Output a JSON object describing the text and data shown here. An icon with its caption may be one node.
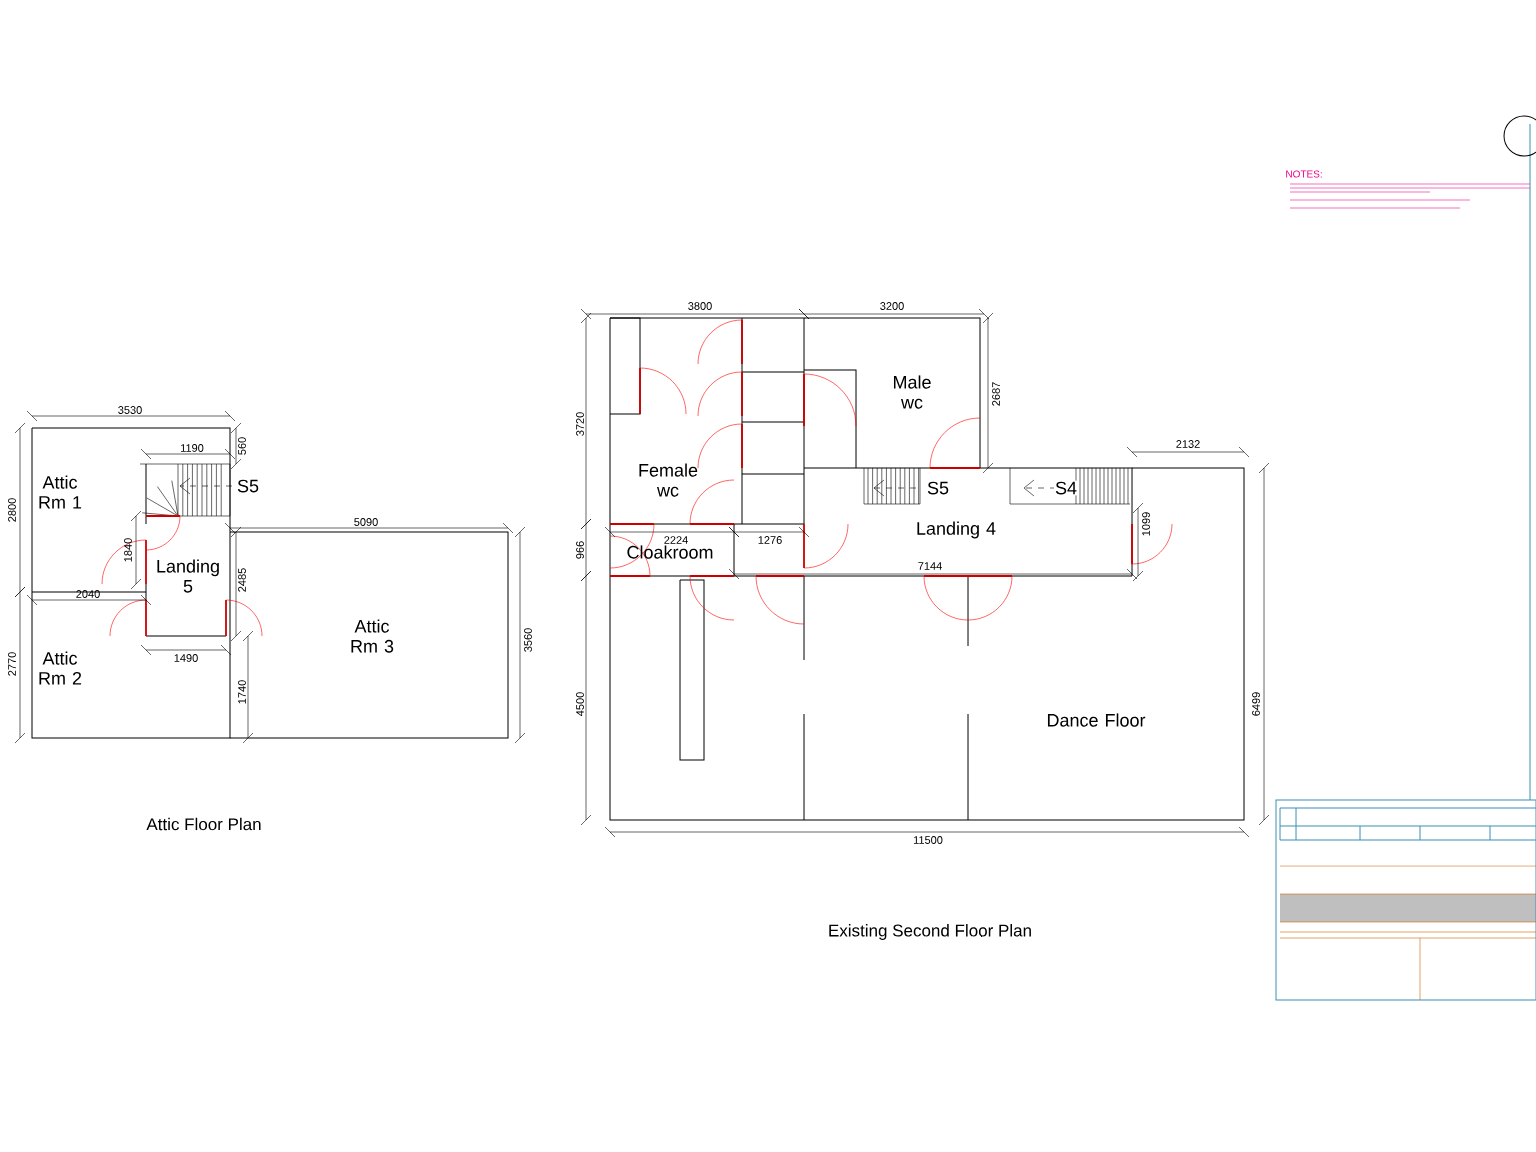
{
  "diagram": {
    "nodes": [
      {
        "text": [
          "Attic Rm 1"
        ]
      },
      {
        "text": [
          "Landing 5"
        ]
      },
      {
        "text": [
          "Attic Rm 2"
        ]
      },
      {
        "text": [
          "Attic Rm 3"
        ]
      },
      {
        "text": [
          "Male wc"
        ]
      },
      {
        "text": [
          "Female wc"
        ]
      },
      {
        "text": [
          "Cloakroom"
        ]
      },
      {
        "text": [
          "Landing 4"
        ]
      },
      {
        "text": [
          "Dance Floor"
        ]
      }
    ],
    "labels": [
      "NOTES:",
      "3530",
      "1190",
      "560",
      "S5",
      "2800",
      "1840",
      "5090",
      "2485",
      "2040",
      "1490",
      "2770",
      "3560",
      "1740",
      "Attic Floor Plan",
      "3800",
      "3200",
      "3720",
      "2687",
      "2132",
      "S5",
      "S4",
      "966",
      "2224",
      "1276",
      "1099",
      "7144",
      "4500",
      "6499",
      "11500",
      "Existing Second Floor Plan"
    ]
  }
}
